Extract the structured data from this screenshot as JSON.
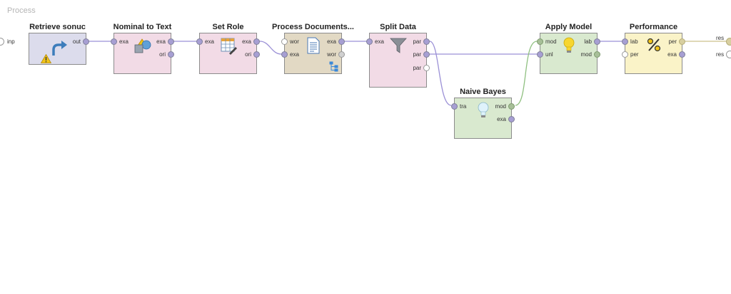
{
  "process": {
    "title": "Process",
    "input_port": "inp",
    "result_ports": [
      "res",
      "res"
    ]
  },
  "colors": {
    "retrieve": "#dcdcec",
    "nominal": "#f2dbe6",
    "setrole": "#f2dbe6",
    "processdocs": "#e2d9c4",
    "split": "#f2dbe6",
    "naive": "#d9e9cf",
    "apply": "#d9e9cf",
    "perf": "#faf3c8",
    "port_example": "#a79fd3",
    "port_model": "#a7bf98",
    "port_perf": "#d8cfa0",
    "wire_example": "#9b90d6",
    "wire_model": "#8fc080",
    "wire_perf": "#ccc08c"
  },
  "operators": {
    "retrieve": {
      "title": "Retrieve sonuc",
      "ports_out": [
        "out"
      ],
      "icon": "retrieve-arrow-icon",
      "badge": "warning-icon"
    },
    "nominal": {
      "title": "Nominal to Text",
      "ports_in": [
        "exa"
      ],
      "ports_out": [
        "exa",
        "ori"
      ],
      "icon": "convert-shapes-icon"
    },
    "setrole": {
      "title": "Set Role",
      "ports_in": [
        "exa"
      ],
      "ports_out": [
        "exa",
        "ori"
      ],
      "icon": "table-edit-icon"
    },
    "processdocs": {
      "title": "Process Documents...",
      "ports_in": [
        "wor",
        "exa"
      ],
      "ports_out": [
        "exa",
        "wor"
      ],
      "icon": "document-icon",
      "badge": "subprocess-icon"
    },
    "split": {
      "title": "Split Data",
      "ports_in": [
        "exa"
      ],
      "ports_out": [
        "par",
        "par",
        "par"
      ],
      "icon": "funnel-icon"
    },
    "naive": {
      "title": "Naive Bayes",
      "ports_in": [
        "tra"
      ],
      "ports_out": [
        "mod",
        "exa"
      ],
      "icon": "lightbulb-icon"
    },
    "apply": {
      "title": "Apply Model",
      "ports_in": [
        "mod",
        "unl"
      ],
      "ports_out": [
        "lab",
        "mod"
      ],
      "icon": "lightbulb-icon"
    },
    "perf": {
      "title": "Performance",
      "ports_in": [
        "lab",
        "per"
      ],
      "ports_out": [
        "per",
        "exa"
      ],
      "icon": "percent-icon"
    }
  }
}
